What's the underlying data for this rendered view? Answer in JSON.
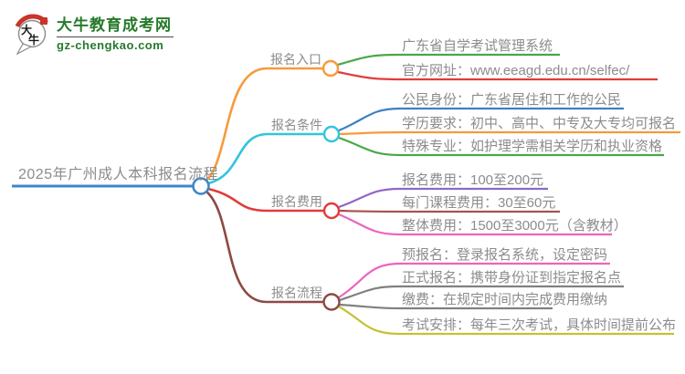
{
  "logo": {
    "title": "大牛教育成考网",
    "url": "gz-chengkao.com",
    "bubble_char_1": "大",
    "bubble_char_2": "牛"
  },
  "root": {
    "label": "2025年广州成人本科报名流程",
    "color": "#3e87c8"
  },
  "branches": [
    {
      "label": "报名入口",
      "color": "#f79a3c",
      "children": [
        {
          "text": "广东省自学考试管理系统",
          "color": "#47a947"
        },
        {
          "text": "官方网址：www.eeagd.edu.cn/selfec/",
          "color": "#e23b3b"
        }
      ]
    },
    {
      "label": "报名条件",
      "color": "#30c6dc",
      "children": [
        {
          "text": "公民身份：广东省居住和工作的公民",
          "color": "#3e7fc1"
        },
        {
          "text": "学历要求：初中、高中、中专及大专均可报名",
          "color": "#f79a3c"
        },
        {
          "text": "特殊专业：如护理学需相关学历和执业资格",
          "color": "#47a947"
        }
      ]
    },
    {
      "label": "报名费用",
      "color": "#e23b3b",
      "children": [
        {
          "text": "报名费用：100至200元",
          "color": "#8e68c8"
        },
        {
          "text": "每门课程费用：30至60元",
          "color": "#a6524a"
        },
        {
          "text": "整体费用：1500至3000元（含教材）",
          "color": "#ec64be"
        }
      ]
    },
    {
      "label": "报名流程",
      "color": "#8c4a42",
      "children": [
        {
          "text": "预报名：登录报名系统，设定密码",
          "color": "#ec64be"
        },
        {
          "text": "正式报名：携带身份证到指定报名点",
          "color": "#808080"
        },
        {
          "text": "缴费：在规定时间内完成费用缴纳",
          "color": "#808080"
        },
        {
          "text": "考试安排：每年三次考试，具体时间提前公布",
          "color": "#c3c232"
        }
      ]
    }
  ],
  "palette": {
    "text_gray": "#8c8c8c",
    "logo_green": "#267a2b",
    "logo_red": "#c9342b",
    "background": "#ffffff"
  }
}
